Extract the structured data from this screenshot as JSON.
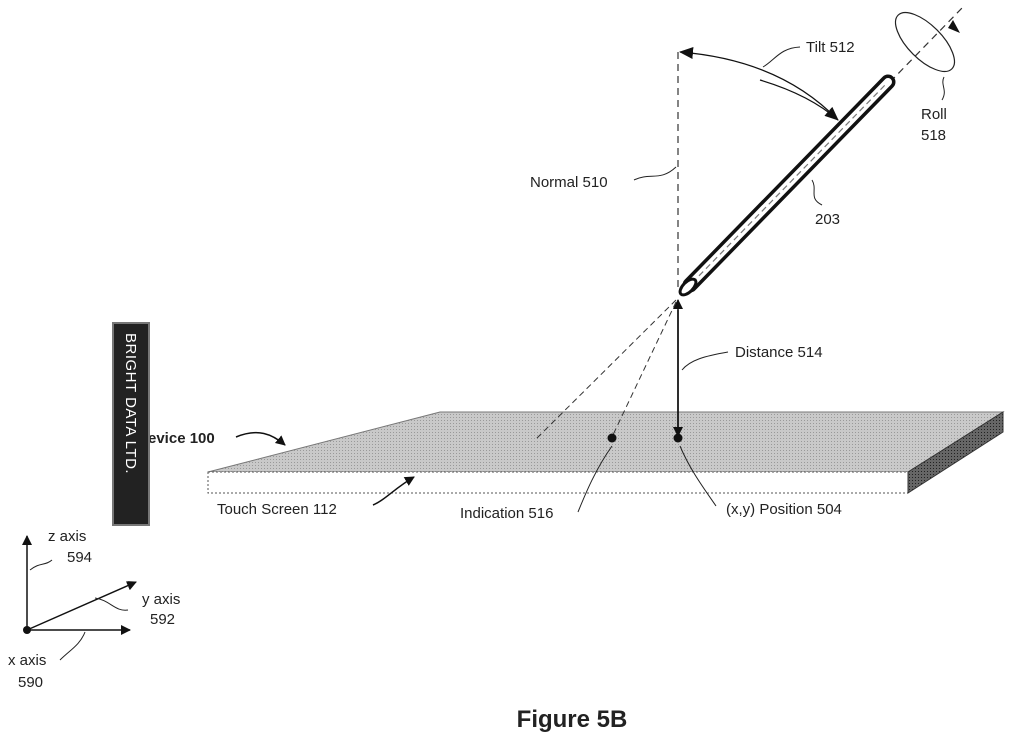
{
  "figure": {
    "caption": "Figure 5B",
    "labels": {
      "tilt": "Tilt 512",
      "roll_line1": "Roll",
      "roll_line2": "518",
      "stylus": "203",
      "normal": "Normal 510",
      "distance": "Distance 514",
      "device": "evice 100",
      "touch_screen": "Touch Screen 112",
      "indication": "Indication 516",
      "position": "(x,y) Position 504",
      "z_axis": "z axis",
      "z_num": "594",
      "y_axis": "y axis",
      "y_num": "592",
      "x_axis": "x axis",
      "x_num": "590"
    }
  },
  "watermark": "BRIGHT DATA LTD."
}
